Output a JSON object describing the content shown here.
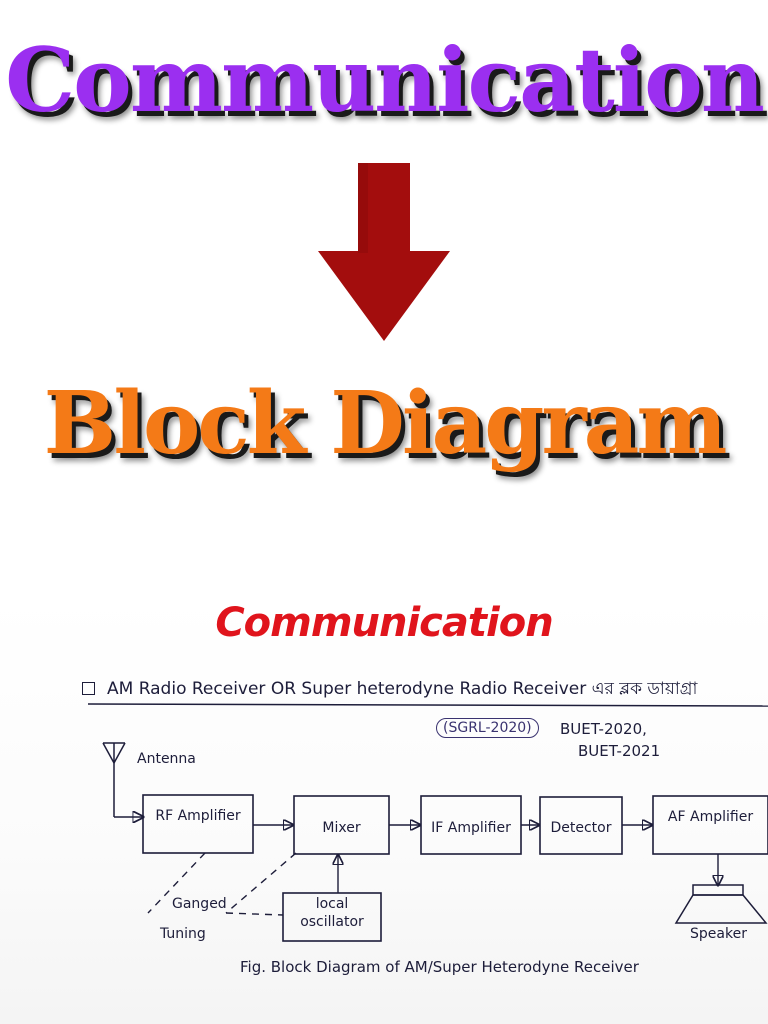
{
  "header": {
    "title": "Communication",
    "subtitle": "Block Diagram",
    "title_color": "#9b2ff0",
    "subtitle_color": "#f47a17",
    "arrow_color": "#a30d0d",
    "arrow_icon": "down-arrow-icon"
  },
  "photo": {
    "brand": "Communication",
    "brand_color": "#e0141c",
    "heading": "AM Radio Receiver OR Super heterodyne Radio Receiver এর ব্লক ডায়াগ্রা",
    "refs": {
      "sgrl": "(SGRL-2020)",
      "buet1": "BUET-2020,",
      "buet2": "BUET-2021"
    },
    "blocks": {
      "antenna": "Antenna",
      "rf_amplifier": "RF Amplifier",
      "mixer": "Mixer",
      "if_amplifier": "IF Amplifier",
      "detector": "Detector",
      "af_amplifier": "AF Amplifier",
      "local_oscillator_line1": "local",
      "local_oscillator_line2": "oscillator",
      "ganged_line1": "Ganged",
      "ganged_line2": "Tuning",
      "speaker": "Speaker"
    },
    "caption": "Fig. Block Diagram of AM/Super Heterodyne Receiver"
  }
}
